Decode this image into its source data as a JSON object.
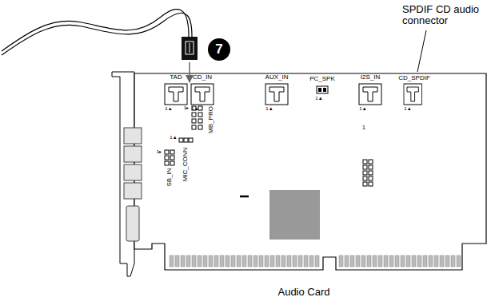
{
  "diagram": {
    "caption": "Audio Card",
    "nodes": [
      {
        "text": [
          "7"
        ]
      }
    ],
    "labels": [
      "SPDIF CD audio connector",
      "TAD",
      "CD_IN",
      "AUX_IN",
      "PC_SPK",
      "I2S_IN",
      "CD_SPDIF",
      "1▲",
      "1▲",
      "1▲",
      "1▲",
      "1▲",
      "1▲",
      "MIC_CONN",
      "MB_PRO",
      "SB_IN",
      "1▸",
      "1▸",
      "1▲",
      "1"
    ]
  }
}
